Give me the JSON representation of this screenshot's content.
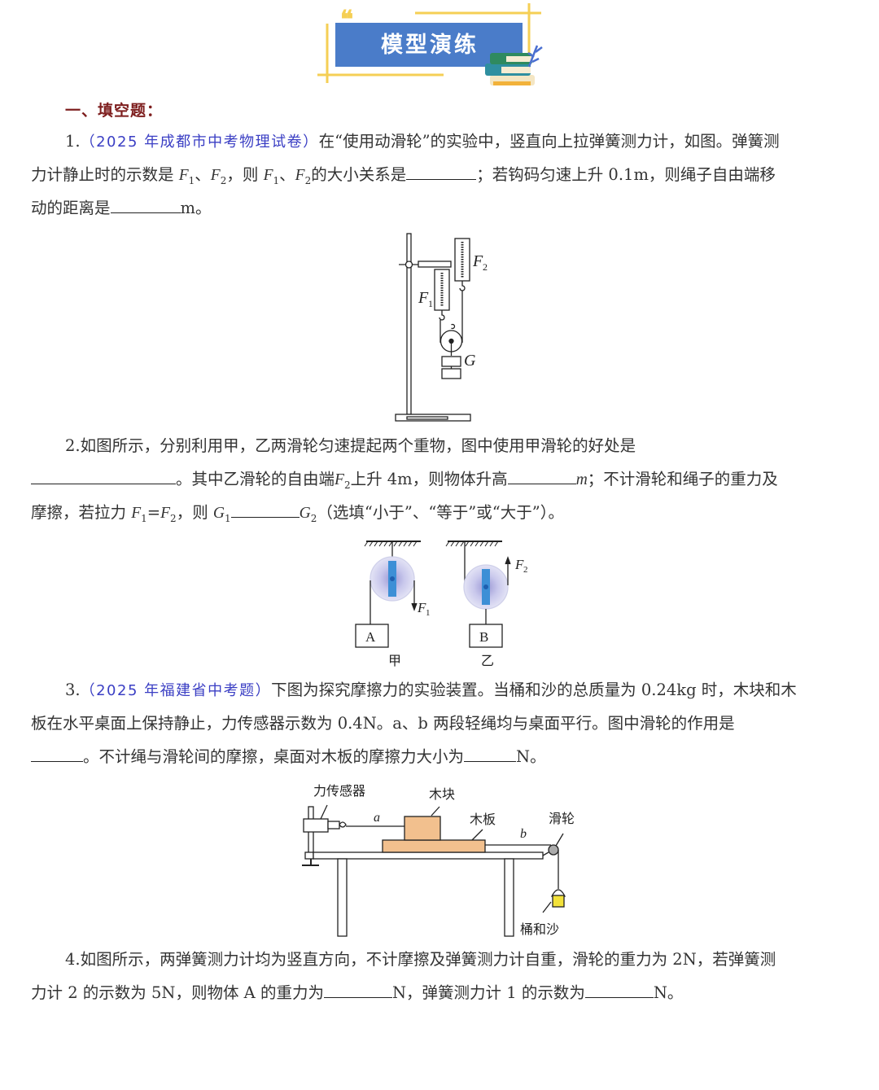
{
  "banner": {
    "title": "模型演练",
    "quote_mark": "❝",
    "colors": {
      "panel": "#4a7cc9",
      "frame": "#f5cf55",
      "title_text": "#ffffff"
    }
  },
  "section": {
    "title": "一、填空题："
  },
  "questions": [
    {
      "number": "1.",
      "source": "（2025 年成都市中考物理试卷）",
      "lines": [
        "在“使用动滑轮”的实验中，竖直向上拉弹簧测力计，如图。弹簧测",
        "力计静止时的示数是",
        "，则",
        "的大小关系是",
        "；若钩码匀速上升 0.1m，则绳子自由端移",
        "动的距离是",
        "m。"
      ],
      "vars": {
        "F1": "F",
        "F1_sub": "1",
        "F2": "F",
        "F2_sub": "2",
        "sep": "、"
      },
      "figure": {
        "labels": {
          "F1": "F",
          "F1_sub": "1",
          "F2": "F",
          "F2_sub": "2",
          "G": "G"
        }
      }
    },
    {
      "number": "2.",
      "lines": [
        "如图所示，分别利用甲，乙两滑轮匀速提起两个重物，图中使用甲滑轮的好处是",
        "。其中乙滑轮的自由端",
        "上升 4m，则物体升高",
        "m",
        "；不计滑轮和绳子的重力及",
        "摩擦，若拉力",
        "=",
        "，则",
        "（选填“小于”、“等于”或“大于”）。"
      ],
      "vars": {
        "F": "F",
        "G": "G",
        "sub1": "1",
        "sub2": "2"
      },
      "figure": {
        "labels": {
          "A": "A",
          "B": "B",
          "jia": "甲",
          "yi": "乙",
          "F1": "F",
          "F1_sub": "1",
          "F2": "F",
          "F2_sub": "2"
        }
      }
    },
    {
      "number": "3.",
      "source": "（2025 年福建省中考题）",
      "lines": [
        "下图为探究摩擦力的实验装置。当桶和沙的总质量为 0.24kg 时，木块和木",
        "板在水平桌面上保持静止，力传感器示数为 0.4N。a、b 两段轻绳均与桌面平行。图中滑轮的作用是",
        "。不计绳与滑轮间的摩擦，桌面对木板的摩擦力大小为",
        "N。"
      ],
      "figure": {
        "labels": {
          "sensor": "力传感器",
          "block": "木块",
          "board": "木板",
          "pulley": "滑轮",
          "bucket": "桶和沙",
          "a": "a",
          "b": "b"
        },
        "colors": {
          "wood": "#f2c08e",
          "sand": "#f3e23a"
        }
      }
    },
    {
      "number": "4.",
      "lines": [
        "如图所示，两弹簧测力计均为竖直方向，不计摩擦及弹簧测力计自重，滑轮的重力为 2N，若弹簧测",
        "力计 2 的示数为 5N，则物体 A 的重力为",
        "N，弹簧测力计 1 的示数为",
        "N。"
      ]
    }
  ]
}
